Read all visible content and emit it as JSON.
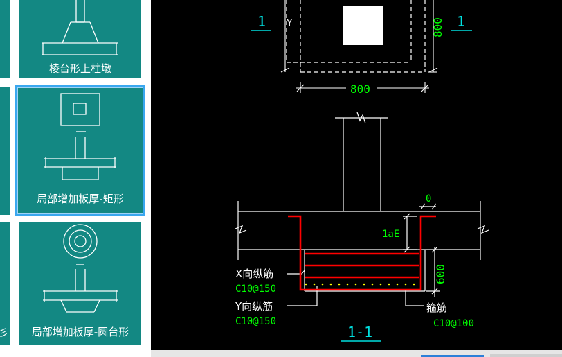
{
  "tiles": [
    {
      "label": "棱台形上柱墩"
    },
    {
      "label": "局部增加板厚-矩形"
    },
    {
      "label": "局部增加板厚-圆台形"
    }
  ],
  "partial_tile_glyph": "彡",
  "plan_view": {
    "section_mark_left": "1",
    "section_mark_right": "1",
    "axis_label_y": "Y",
    "dim_vertical": "800",
    "dim_horizontal": "800"
  },
  "section_view": {
    "dim_top_offset": "0",
    "anchor_length_label": "1aE",
    "thickness_label": "600",
    "x_bar_label": "X向纵筋",
    "x_bar_spec": "C10@150",
    "y_bar_label": "Y向纵筋",
    "y_bar_spec": "C10@150",
    "stirrup_label": "箍筋",
    "stirrup_spec": "C10@100",
    "section_title": "1-1"
  },
  "colors": {
    "tile_bg": "#138883",
    "selection_border": "#3aa7ef",
    "cad_bg": "#000000",
    "cad_line": "#ffffff",
    "cad_dim": "#00ff00",
    "cad_cyan": "#00e0e0",
    "rebar": "#ff0000",
    "dots": "#ffff00"
  }
}
